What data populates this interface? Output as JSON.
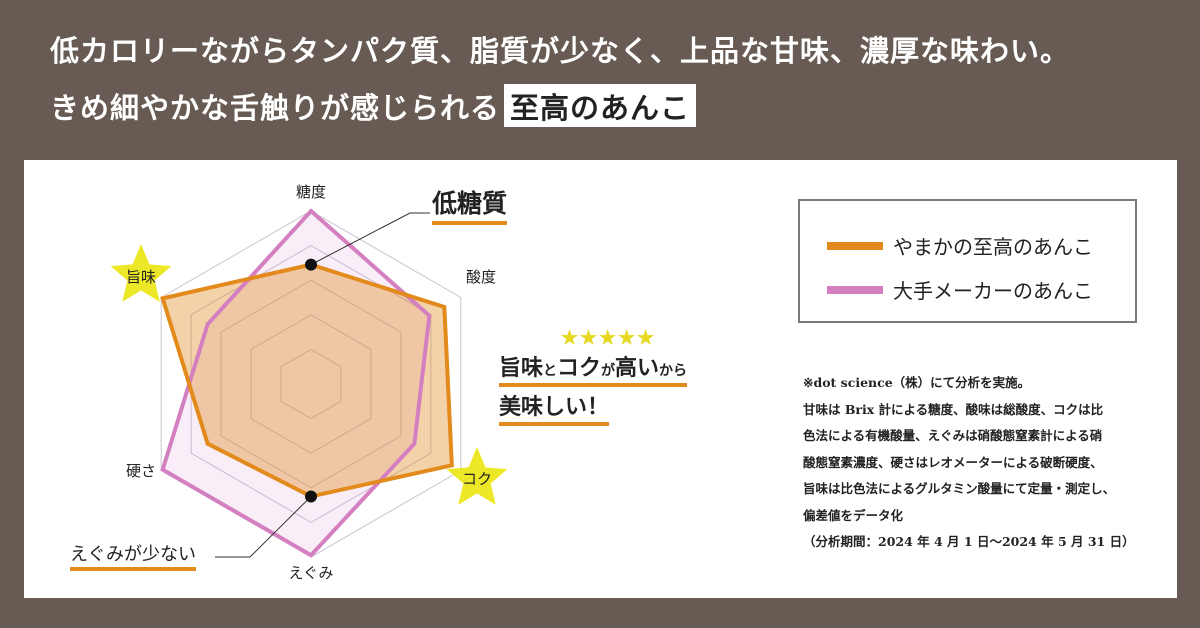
{
  "header": {
    "line1": "低カロリーながらタンパク質、脂質が少なく、上品な甘味、濃厚な味わい。",
    "line2_text": "きめ細やかな舌触りが感じられる",
    "line2_highlight": "至高のあんこ"
  },
  "callouts": {
    "low_sugar": "低糖質",
    "low_harshness": "えぐみが少ない",
    "stars": "★★★★★",
    "tasty_line1_a": "旨味",
    "tasty_line1_b": "と",
    "tasty_line1_c": "コク",
    "tasty_line1_d": "が",
    "tasty_line1_e": "高い",
    "tasty_line1_f": "から",
    "tasty_line2": "美味しい！"
  },
  "legend": {
    "items": [
      {
        "label": "やまかの至高のあんこ",
        "color": "#e28a1c"
      },
      {
        "label": "大手メーカーのあんこ",
        "color": "#d47fc0"
      }
    ]
  },
  "note": {
    "lines": [
      "※dot science（株）にて分析を実施。",
      "甘味は Brix 計による糖度、酸味は総酸度、コクは比",
      "色法による有機酸量、えぐみは硝酸態窒素計による硝",
      "酸態窒素濃度、硬さはレオメーターによる破断硬度、",
      "旨味は比色法によるグルタミン酸量にて定量・測定し、",
      "偏差値をデータ化",
      "（分析期間：2024 年 4 月 1 日〜2024 年 5 月 31 日）"
    ]
  },
  "chart_data": {
    "type": "radar",
    "title": "",
    "categories": [
      "糖度",
      "酸度",
      "コク",
      "えぐみ",
      "硬さ",
      "旨味"
    ],
    "highlighted_categories": [
      "旨味",
      "コク"
    ],
    "range": [
      0,
      1
    ],
    "rings": 5,
    "series": [
      {
        "name": "やまかの至高のあんこ",
        "color": "#e28a1c",
        "values": [
          0.69,
          0.89,
          0.94,
          0.65,
          0.69,
          0.99
        ]
      },
      {
        "name": "大手メーカーのあんこ",
        "color": "#d47fc0",
        "values": [
          1.0,
          0.79,
          0.69,
          0.99,
          0.99,
          0.69
        ]
      }
    ],
    "annotations": [
      {
        "text": "低糖質",
        "category": "糖度"
      },
      {
        "text": "えぐみが少ない",
        "category": "えぐみ"
      },
      {
        "text": "旨味とコクが高いから美味しい！",
        "category": "旨味,コク"
      }
    ]
  }
}
